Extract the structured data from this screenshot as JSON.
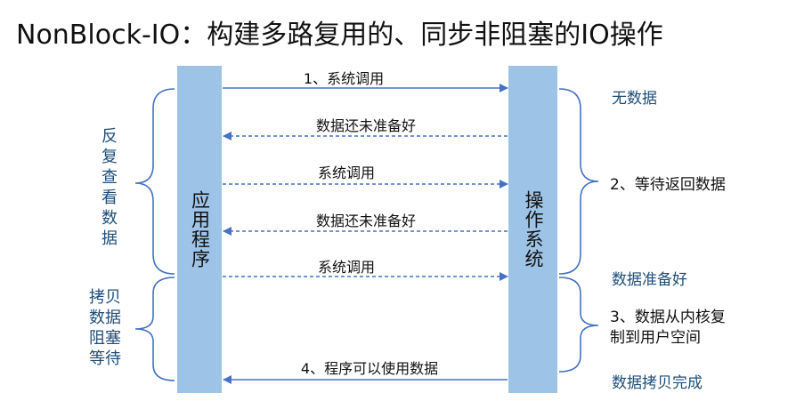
{
  "title": "NonBlock-IO：构建多路复用的、同步非阻塞的IO操作",
  "app_bar_label": "应用程序",
  "os_bar_label": "操作系统",
  "messages": {
    "m1": "1、系统调用",
    "m2": "数据还未准备好",
    "m3": "系统调用",
    "m4": "数据还未准备好",
    "m5": "系统调用",
    "m6": "4、程序可以使用数据"
  },
  "right_labels": {
    "no_data": "无数据",
    "wait": "2、等待返回数据",
    "ready": "数据准备好",
    "copy": "3、数据从内核复\n制到用户空间",
    "copy_done": "数据拷贝完成"
  },
  "left_labels": {
    "poll": "反\n复\n查\n看\n数\n据",
    "copy_wait": "拷贝\n数据\n阻塞\n等待"
  },
  "colors": {
    "bar": "#9dc3e6",
    "arrow": "#4472c4",
    "brace": "#4472c4",
    "blue_text": "#1f4e79",
    "dark_text": "#111111"
  }
}
